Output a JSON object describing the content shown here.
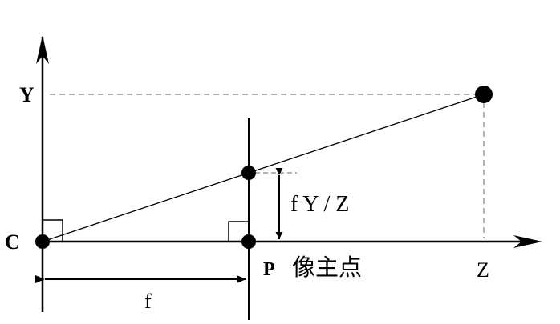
{
  "labels": {
    "y_axis": "Y",
    "origin": "C",
    "principal_point": "P",
    "principal_point_note": "像主点",
    "z_axis": "Z",
    "focal_length": "f",
    "image_height": "f Y / Z"
  }
}
